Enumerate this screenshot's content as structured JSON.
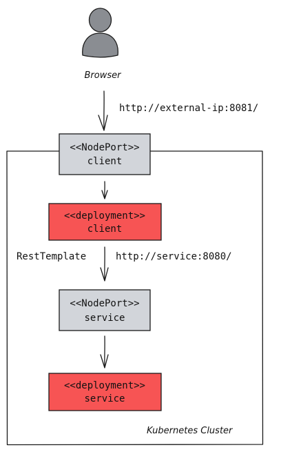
{
  "colors": {
    "nodeport_fill": "#d2d5da",
    "deployment_fill": "#f75454",
    "person_fill": "#8a8d92",
    "stroke": "#1a1a1a"
  },
  "actor": {
    "icon": "person-icon",
    "label": "Browser"
  },
  "edges": {
    "browser_to_client": "http://external-ip:8081/",
    "client_to_service_left": "RestTemplate",
    "client_to_service_right": "http://service:8080/"
  },
  "cluster": {
    "label": "Kubernetes Cluster"
  },
  "nodes": {
    "client_nodeport": {
      "stereotype": "<<NodePort>>",
      "name": "client"
    },
    "client_deployment": {
      "stereotype": "<<deployment>>",
      "name": "client"
    },
    "service_nodeport": {
      "stereotype": "<<NodePort>>",
      "name": "service"
    },
    "service_deployment": {
      "stereotype": "<<deployment>>",
      "name": "service"
    }
  }
}
